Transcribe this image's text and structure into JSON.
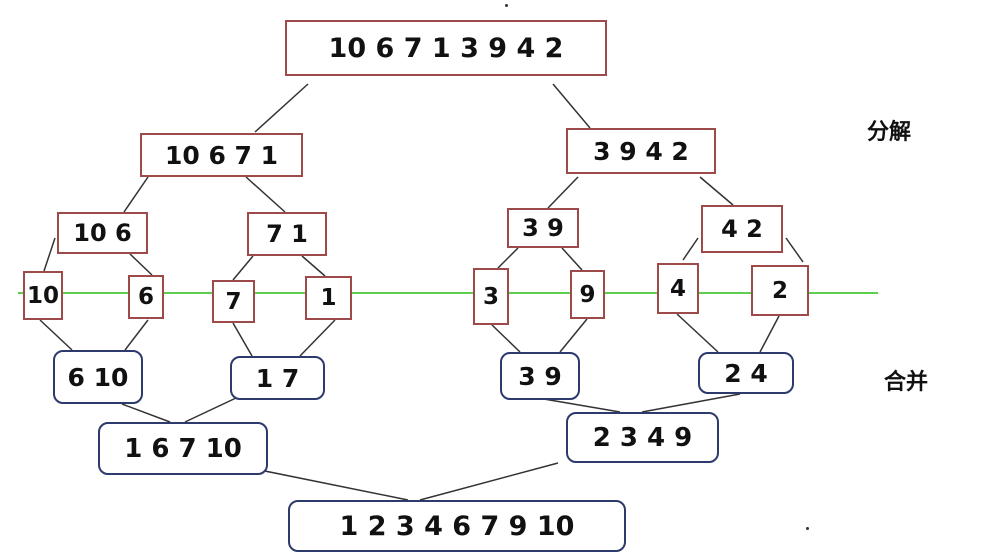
{
  "labels": {
    "split": "分解",
    "merge": "合并"
  },
  "nodes": {
    "root": "10 6 7 1 3 9 4 2",
    "l1_left": "10 6 7 1",
    "l1_right": "3 9 4 2",
    "l2_a": "10 6",
    "l2_b": "7 1",
    "l2_c": "3 9",
    "l2_d": "4 2",
    "leaf_1": "10",
    "leaf_2": "6",
    "leaf_3": "7",
    "leaf_4": "1",
    "leaf_5": "3",
    "leaf_6": "9",
    "leaf_7": "4",
    "leaf_8": "2",
    "m1_a": "6 10",
    "m1_b": "1 7",
    "m1_c": "3 9",
    "m1_d": "2 4",
    "m2_left": "1 6 7 10",
    "m2_right": "2 3 4 9",
    "result": "1 2 3 4 6 7 9 10"
  },
  "colors": {
    "split_border": "#9e4a4a",
    "merge_border": "#2d3a6e",
    "divider_line": "#5ccf4f",
    "connector": "#333333"
  }
}
